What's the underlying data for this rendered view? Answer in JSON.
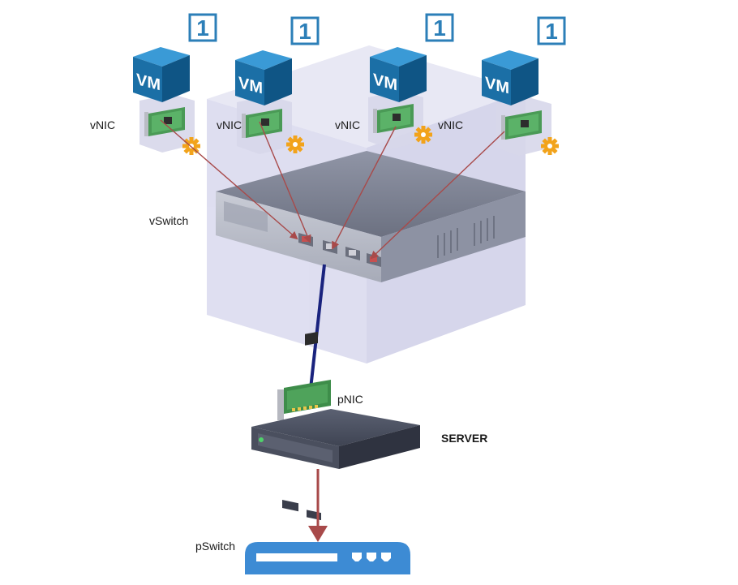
{
  "labels": {
    "vnic": [
      "vNIC",
      "vNIC",
      "vNIC",
      "vNIC"
    ],
    "vswitch": "vSwitch",
    "pnic": "pNIC",
    "server": "SERVER",
    "pswitch": "pSwitch"
  },
  "vms": [
    {
      "title": "VM",
      "badge": "1"
    },
    {
      "title": "VM",
      "badge": "1"
    },
    {
      "title": "VM",
      "badge": "1"
    },
    {
      "title": "VM",
      "badge": "1"
    }
  ],
  "colors": {
    "vm_front": "#1b6fa6",
    "vm_top": "#3a9ad6",
    "vm_side": "#0f5585",
    "badge_border": "#2c7fb8",
    "host_box": "#dcdcf0",
    "link_red": "#a84a4a",
    "uplink_blue": "#1a237e",
    "gear": "#f2a31b",
    "pswitch": "#3d8bd4"
  }
}
